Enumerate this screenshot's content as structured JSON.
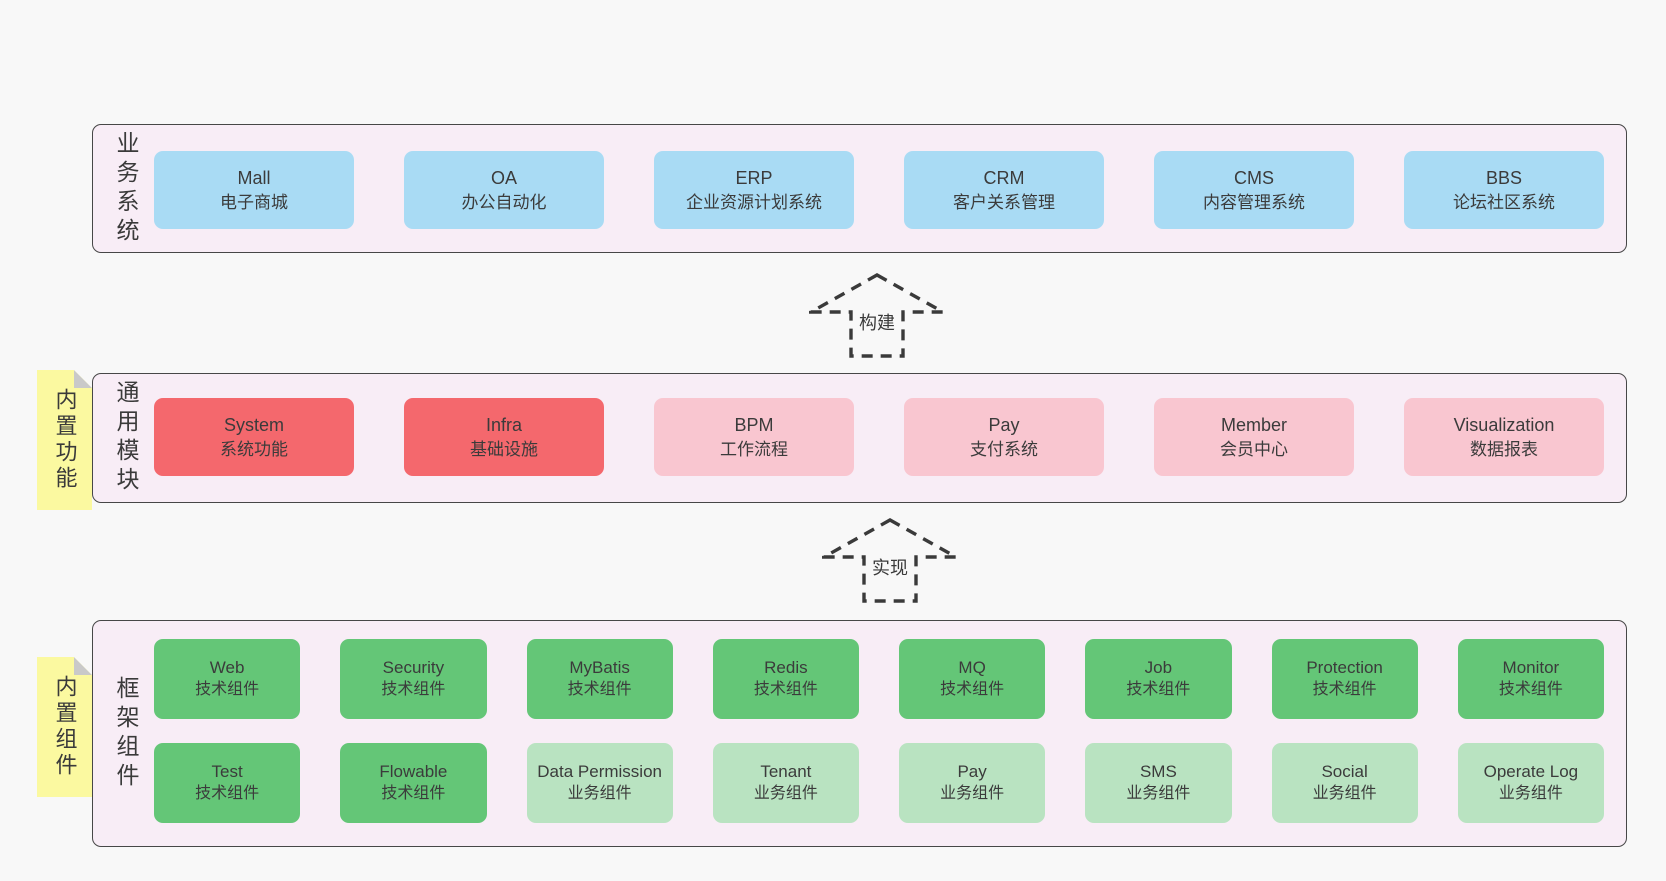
{
  "colors": {
    "page_background": "#f8f8f8",
    "panel_background": "#f8edf6",
    "panel_border": "#474747",
    "blue_box": "#a9dbf4",
    "red_box": "#f4686d",
    "pink_box": "#f9c6d0",
    "green_box": "#64c677",
    "light_green_box": "#b9e3c1",
    "sticky_note": "#fbf9a0",
    "note_fold": "#c9c9c9",
    "text": "#3b3b3b"
  },
  "arrows": [
    {
      "label": "构建"
    },
    {
      "label": "实现"
    }
  ],
  "panels": [
    {
      "label": "业务系统",
      "boxes": [
        {
          "name": "Mall",
          "subtitle": "电子商城",
          "type": "blue"
        },
        {
          "name": "OA",
          "subtitle": "办公自动化",
          "type": "blue"
        },
        {
          "name": "ERP",
          "subtitle": "企业资源计划系统",
          "type": "blue"
        },
        {
          "name": "CRM",
          "subtitle": "客户关系管理",
          "type": "blue"
        },
        {
          "name": "CMS",
          "subtitle": "内容管理系统",
          "type": "blue"
        },
        {
          "name": "BBS",
          "subtitle": "论坛社区系统",
          "type": "blue"
        }
      ]
    },
    {
      "label": "通用模块",
      "note": "内置功能",
      "boxes": [
        {
          "name": "System",
          "subtitle": "系统功能",
          "type": "red"
        },
        {
          "name": "Infra",
          "subtitle": "基础设施",
          "type": "red"
        },
        {
          "name": "BPM",
          "subtitle": "工作流程",
          "type": "pink"
        },
        {
          "name": "Pay",
          "subtitle": "支付系统",
          "type": "pink"
        },
        {
          "name": "Member",
          "subtitle": "会员中心",
          "type": "pink"
        },
        {
          "name": "Visualization",
          "subtitle": "数据报表",
          "type": "pink"
        }
      ]
    },
    {
      "label": "框架组件",
      "note": "内置组件",
      "boxes": [
        {
          "name": "Web",
          "subtitle": "技术组件",
          "type": "green"
        },
        {
          "name": "Security",
          "subtitle": "技术组件",
          "type": "green"
        },
        {
          "name": "MyBatis",
          "subtitle": "技术组件",
          "type": "green"
        },
        {
          "name": "Redis",
          "subtitle": "技术组件",
          "type": "green"
        },
        {
          "name": "MQ",
          "subtitle": "技术组件",
          "type": "green"
        },
        {
          "name": "Job",
          "subtitle": "技术组件",
          "type": "green"
        },
        {
          "name": "Protection",
          "subtitle": "技术组件",
          "type": "green"
        },
        {
          "name": "Monitor",
          "subtitle": "技术组件",
          "type": "green"
        },
        {
          "name": "Test",
          "subtitle": "技术组件",
          "type": "green"
        },
        {
          "name": "Flowable",
          "subtitle": "技术组件",
          "type": "green"
        },
        {
          "name": "Data Permission",
          "subtitle": "业务组件",
          "type": "lgreen"
        },
        {
          "name": "Tenant",
          "subtitle": "业务组件",
          "type": "lgreen"
        },
        {
          "name": "Pay",
          "subtitle": "业务组件",
          "type": "lgreen"
        },
        {
          "name": "SMS",
          "subtitle": "业务组件",
          "type": "lgreen"
        },
        {
          "name": "Social",
          "subtitle": "业务组件",
          "type": "lgreen"
        },
        {
          "name": "Operate Log",
          "subtitle": "业务组件",
          "type": "lgreen"
        }
      ]
    }
  ]
}
